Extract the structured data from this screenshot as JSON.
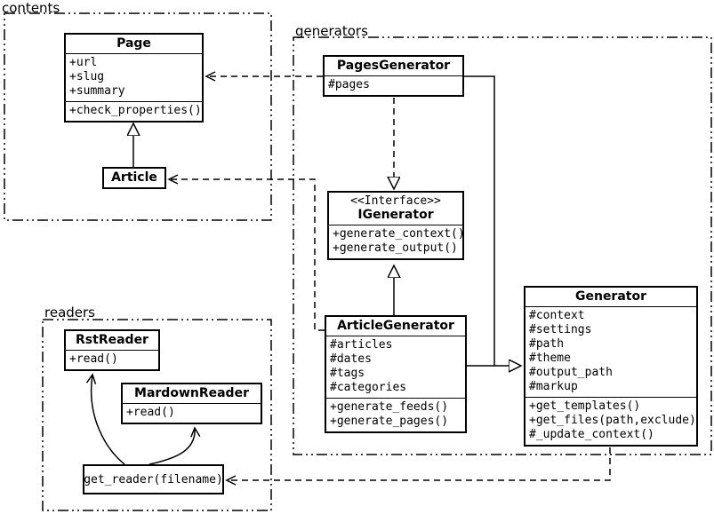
{
  "packages": {
    "contents": {
      "label": "contents"
    },
    "generators": {
      "label": "generators"
    },
    "readers": {
      "label": "readers"
    }
  },
  "classes": {
    "page": {
      "title": "Page",
      "attributes": [
        "+url",
        "+slug",
        "+summary"
      ],
      "methods": [
        "+check_properties()"
      ]
    },
    "article": {
      "title": "Article"
    },
    "pages_generator": {
      "title": "PagesGenerator",
      "attributes": [
        "#pages"
      ]
    },
    "igenerator": {
      "stereotype": "<<Interface>>",
      "title": "IGenerator",
      "methods": [
        "+generate_context()",
        "+generate_output()"
      ]
    },
    "article_generator": {
      "title": "ArticleGenerator",
      "attributes": [
        "#articles",
        "#dates",
        "#tags",
        "#categories"
      ],
      "methods": [
        "+generate_feeds()",
        "+generate_pages()"
      ]
    },
    "generator": {
      "title": "Generator",
      "attributes": [
        "#context",
        "#settings",
        "#path",
        "#theme",
        "#output_path",
        "#markup"
      ],
      "methods": [
        "+get_templates()",
        "+get_files(path,exclude)",
        "#_update_context()"
      ]
    },
    "rst_reader": {
      "title": "RstReader",
      "methods": [
        "+read()"
      ]
    },
    "markdown_reader": {
      "title": "MardownReader",
      "methods": [
        "+read()"
      ]
    },
    "get_reader": {
      "label": "get_reader(filename)"
    }
  },
  "relationships": [
    {
      "from": "Article",
      "to": "Page",
      "type": "inheritance-solid"
    },
    {
      "from": "PagesGenerator",
      "to": "Page",
      "type": "dependency-dashed"
    },
    {
      "from": "PagesGenerator",
      "to": "IGenerator",
      "type": "realization-dashed"
    },
    {
      "from": "ArticleGenerator",
      "to": "IGenerator",
      "type": "inheritance-solid"
    },
    {
      "from": "PagesGenerator",
      "to": "Generator",
      "type": "inheritance-solid"
    },
    {
      "from": "ArticleGenerator",
      "to": "Generator",
      "type": "inheritance-solid"
    },
    {
      "from": "ArticleGenerator",
      "to": "Article",
      "type": "dependency-dashed"
    },
    {
      "from": "Generator",
      "to": "get_reader(filename)",
      "type": "dependency-dashed"
    },
    {
      "from": "get_reader(filename)",
      "to": "RstReader",
      "type": "call-solid"
    },
    {
      "from": "get_reader(filename)",
      "to": "MardownReader",
      "type": "call-solid"
    }
  ],
  "colors": {
    "line": "#000000",
    "background": "#ffffff",
    "box_fill": "#ffffff"
  }
}
